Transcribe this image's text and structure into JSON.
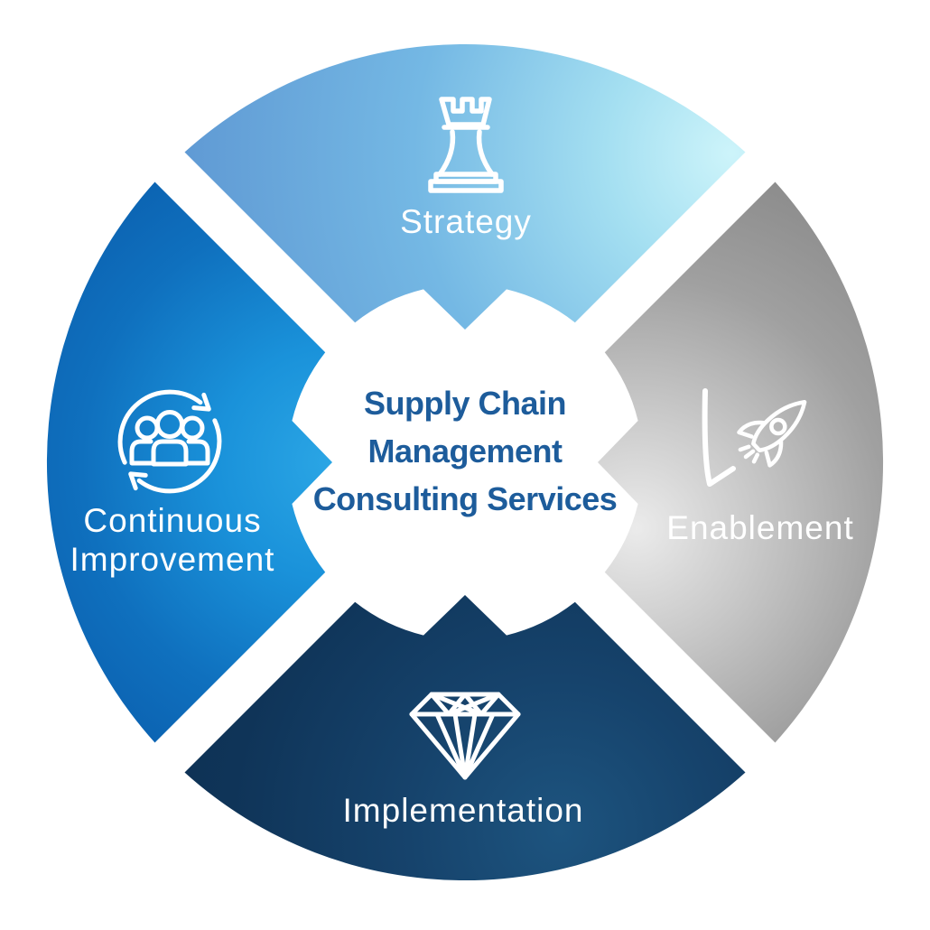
{
  "diagram": {
    "background": "#ffffff",
    "label_color": "#ffffff",
    "center_title": {
      "lines": [
        "Supply Chain",
        "Management",
        "Consulting Services"
      ],
      "color": "#1d5c9b"
    },
    "quadrants": [
      {
        "position": "top",
        "label": "Strategy",
        "icon": "chess-rook-icon",
        "gradient": [
          "#cdf4fa",
          "#a4dff1",
          "#74b8e4",
          "#5d96d2"
        ]
      },
      {
        "position": "right",
        "label": "Enablement",
        "icon": "rocket-launch-icon",
        "gradient": [
          "#ebebeb",
          "#c9c9c9",
          "#a0a0a0",
          "#8a8a8a"
        ]
      },
      {
        "position": "bottom",
        "label": "Implementation",
        "icon": "diamond-icon",
        "gradient": [
          "#1d547f",
          "#16436c",
          "#0f3458",
          "#0c2e50"
        ]
      },
      {
        "position": "left",
        "label": "Continuous Improvement",
        "label_line1": "Continuous",
        "label_line2": "Improvement",
        "icon": "people-cycle-icon",
        "gradient": [
          "#2ba6e5",
          "#1a92da",
          "#0f70be",
          "#0a5cab"
        ]
      }
    ]
  }
}
